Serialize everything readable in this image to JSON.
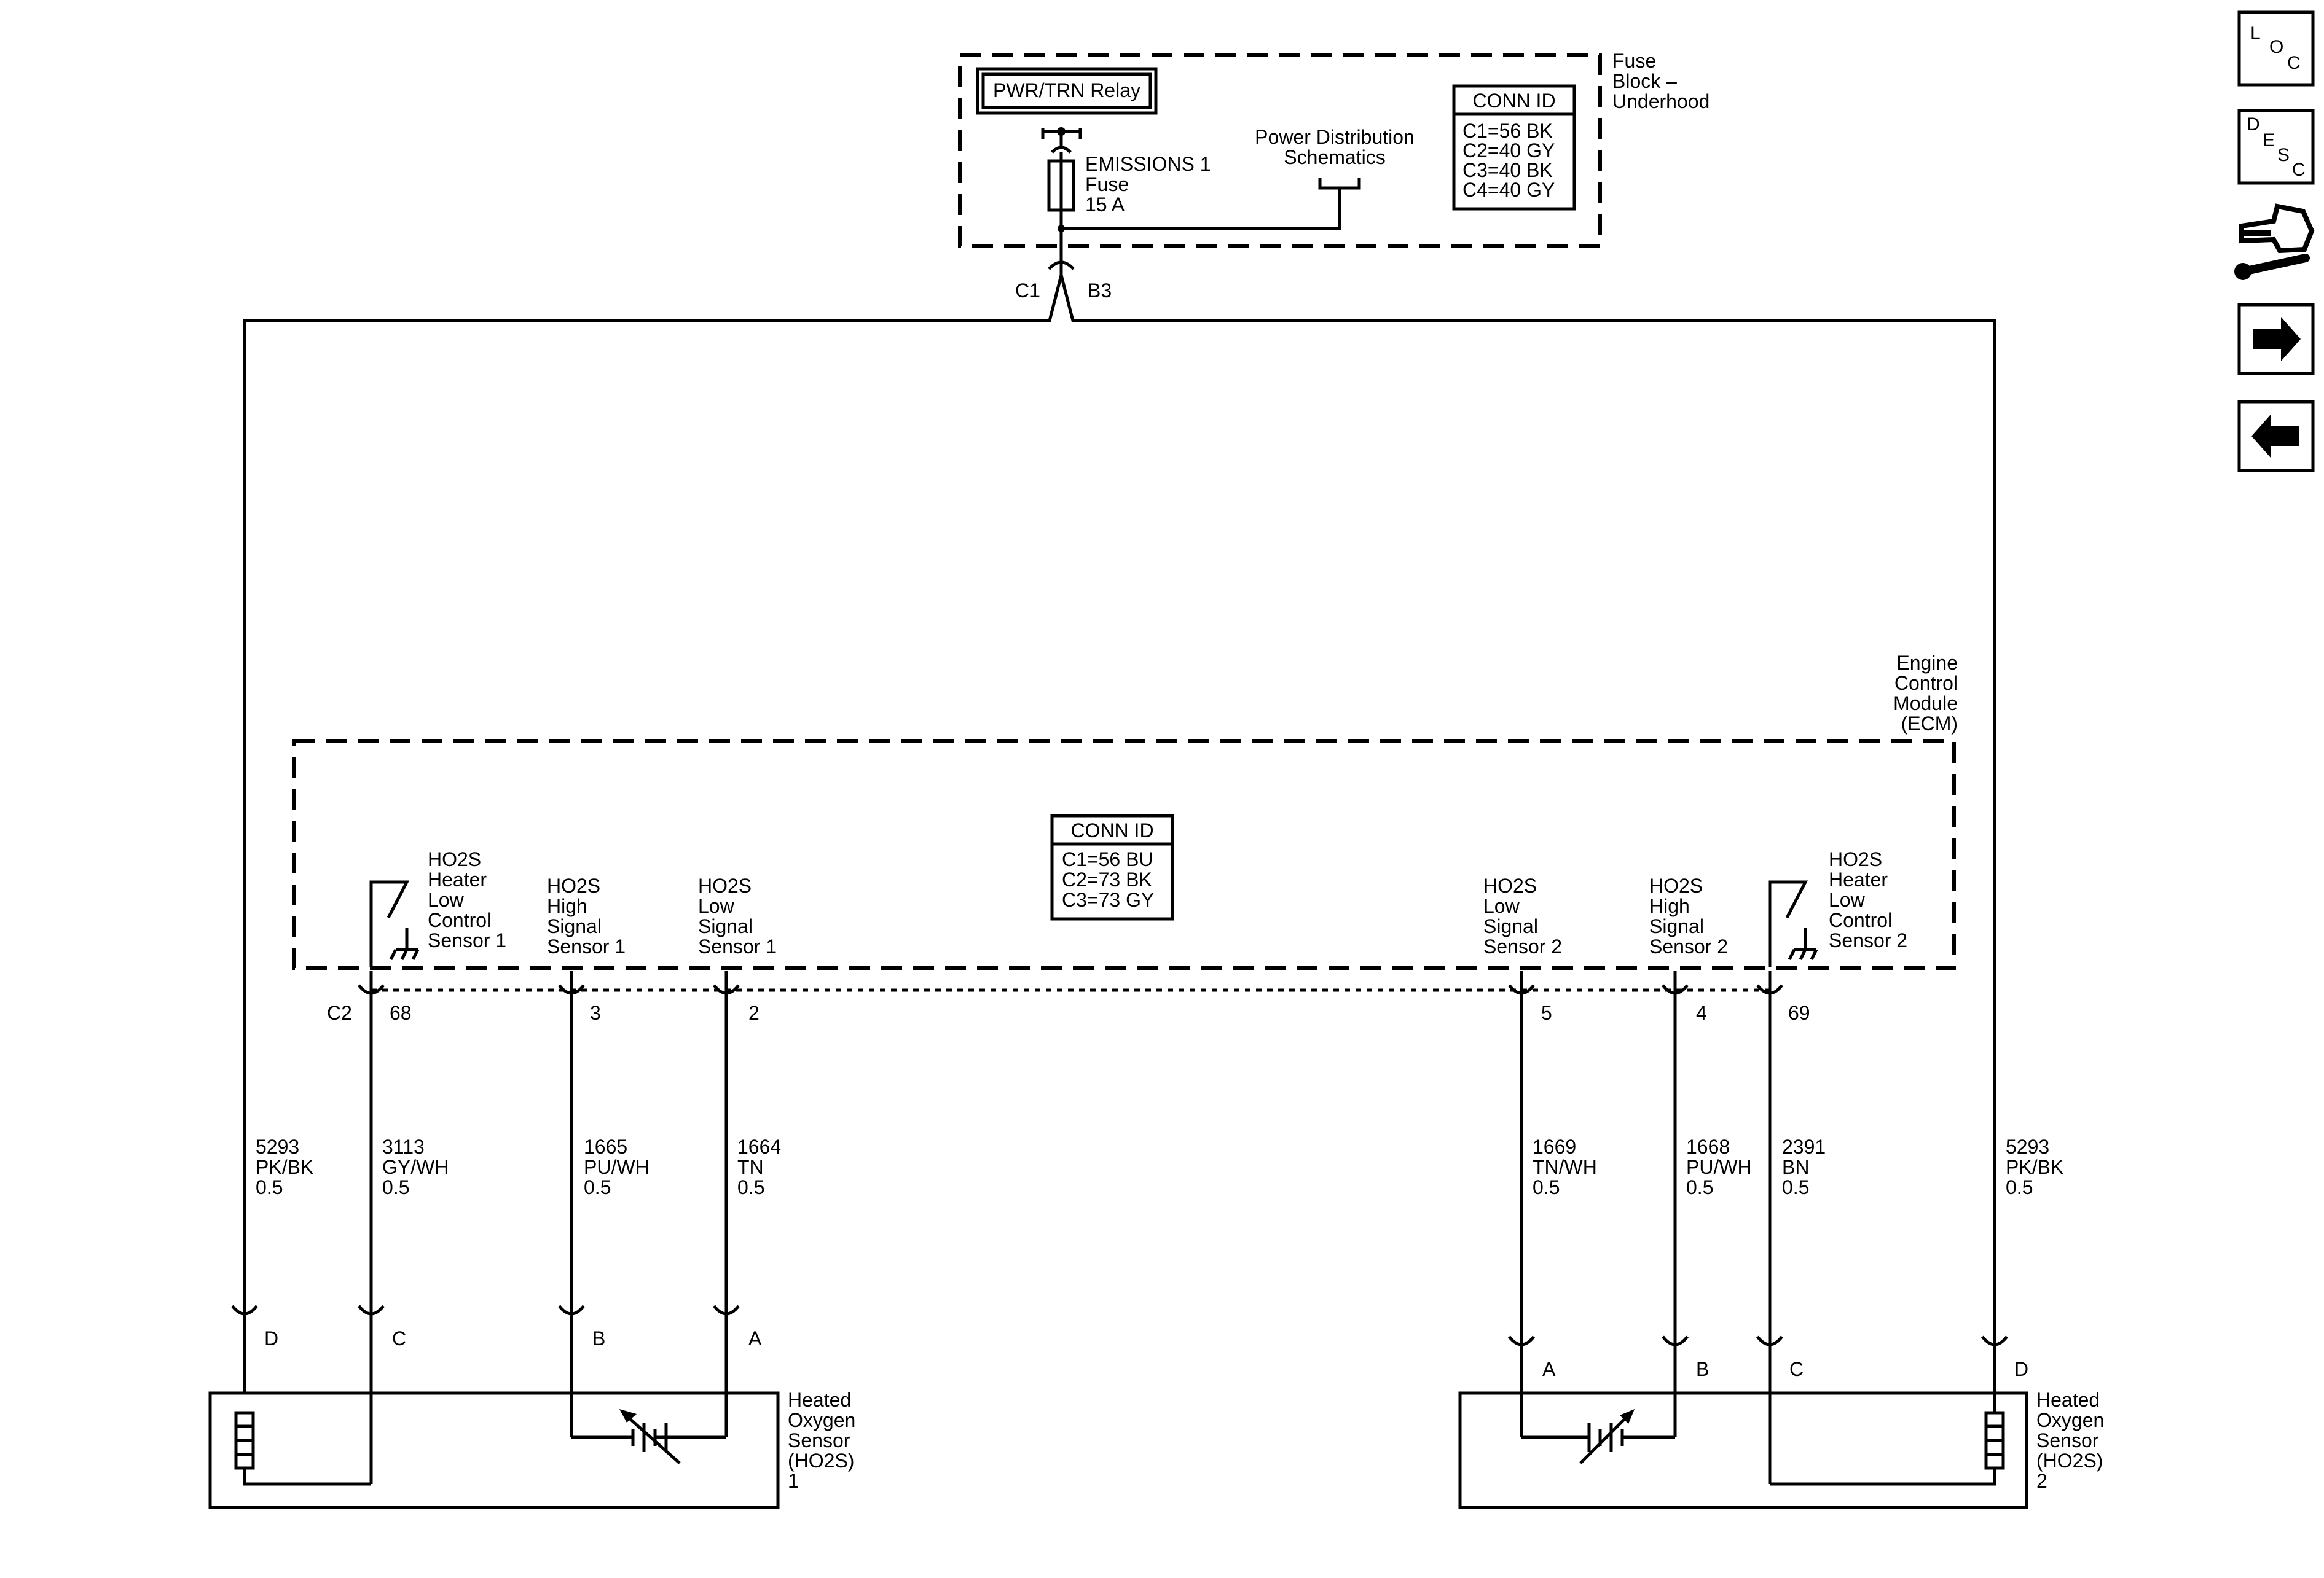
{
  "fuse_block": {
    "title_lines": [
      "Fuse",
      "Block –",
      "Underhood"
    ],
    "relay_label": "PWR/TRN Relay",
    "fuse_lines": [
      "EMISSIONS 1",
      "Fuse",
      "15 A"
    ],
    "power_dist_lines": [
      "Power Distribution",
      "Schematics"
    ],
    "conn_id": {
      "title": "CONN ID",
      "lines": [
        "C1=56 BK",
        "C2=40 GY",
        "C3=40 BK",
        "C4=40 GY"
      ]
    },
    "connector_left": "C1",
    "connector_right": "B3"
  },
  "ecm": {
    "title_lines": [
      "Engine",
      "Control",
      "Module",
      "(ECM)"
    ],
    "conn_id": {
      "title": "CONN ID",
      "lines": [
        "C1=56 BU",
        "C2=73 BK",
        "C3=73 GY"
      ]
    },
    "connector_label": "C2",
    "pins_left": [
      {
        "name_lines": [
          "HO2S",
          "Heater",
          "Low",
          "Control",
          "Sensor 1"
        ],
        "pin": "68"
      },
      {
        "name_lines": [
          "HO2S",
          "High",
          "Signal",
          "Sensor 1"
        ],
        "pin": "3"
      },
      {
        "name_lines": [
          "HO2S",
          "Low",
          "Signal",
          "Sensor 1"
        ],
        "pin": "2"
      }
    ],
    "pins_right": [
      {
        "name_lines": [
          "HO2S",
          "Low",
          "Signal",
          "Sensor 2"
        ],
        "pin": "5"
      },
      {
        "name_lines": [
          "HO2S",
          "High",
          "Signal",
          "Sensor 2"
        ],
        "pin": "4"
      },
      {
        "name_lines": [
          "HO2S",
          "Heater",
          "Low",
          "Control",
          "Sensor 2"
        ],
        "pin": "69"
      }
    ]
  },
  "wires": [
    {
      "circuit": "5293",
      "color": "PK/BK",
      "size": "0.5"
    },
    {
      "circuit": "3113",
      "color": "GY/WH",
      "size": "0.5"
    },
    {
      "circuit": "1665",
      "color": "PU/WH",
      "size": "0.5"
    },
    {
      "circuit": "1664",
      "color": "TN",
      "size": "0.5"
    },
    {
      "circuit": "1669",
      "color": "TN/WH",
      "size": "0.5"
    },
    {
      "circuit": "1668",
      "color": "PU/WH",
      "size": "0.5"
    },
    {
      "circuit": "2391",
      "color": "BN",
      "size": "0.5"
    },
    {
      "circuit": "5293",
      "color": "PK/BK",
      "size": "0.5"
    }
  ],
  "sensor1": {
    "title_lines": [
      "Heated",
      "Oxygen",
      "Sensor",
      "(HO2S)",
      "1"
    ],
    "pins": [
      "D",
      "C",
      "B",
      "A"
    ]
  },
  "sensor2": {
    "title_lines": [
      "Heated",
      "Oxygen",
      "Sensor",
      "(HO2S)",
      "2"
    ],
    "pins": [
      "A",
      "B",
      "C",
      "D"
    ]
  },
  "sidebar": {
    "loc": {
      "l": "L",
      "o": "O",
      "c": "C"
    },
    "desc": {
      "d": "D",
      "e": "E",
      "s": "S",
      "c": "C"
    },
    "icons": [
      "connector-wrench-icon",
      "arrow-right-icon",
      "arrow-left-icon"
    ]
  }
}
